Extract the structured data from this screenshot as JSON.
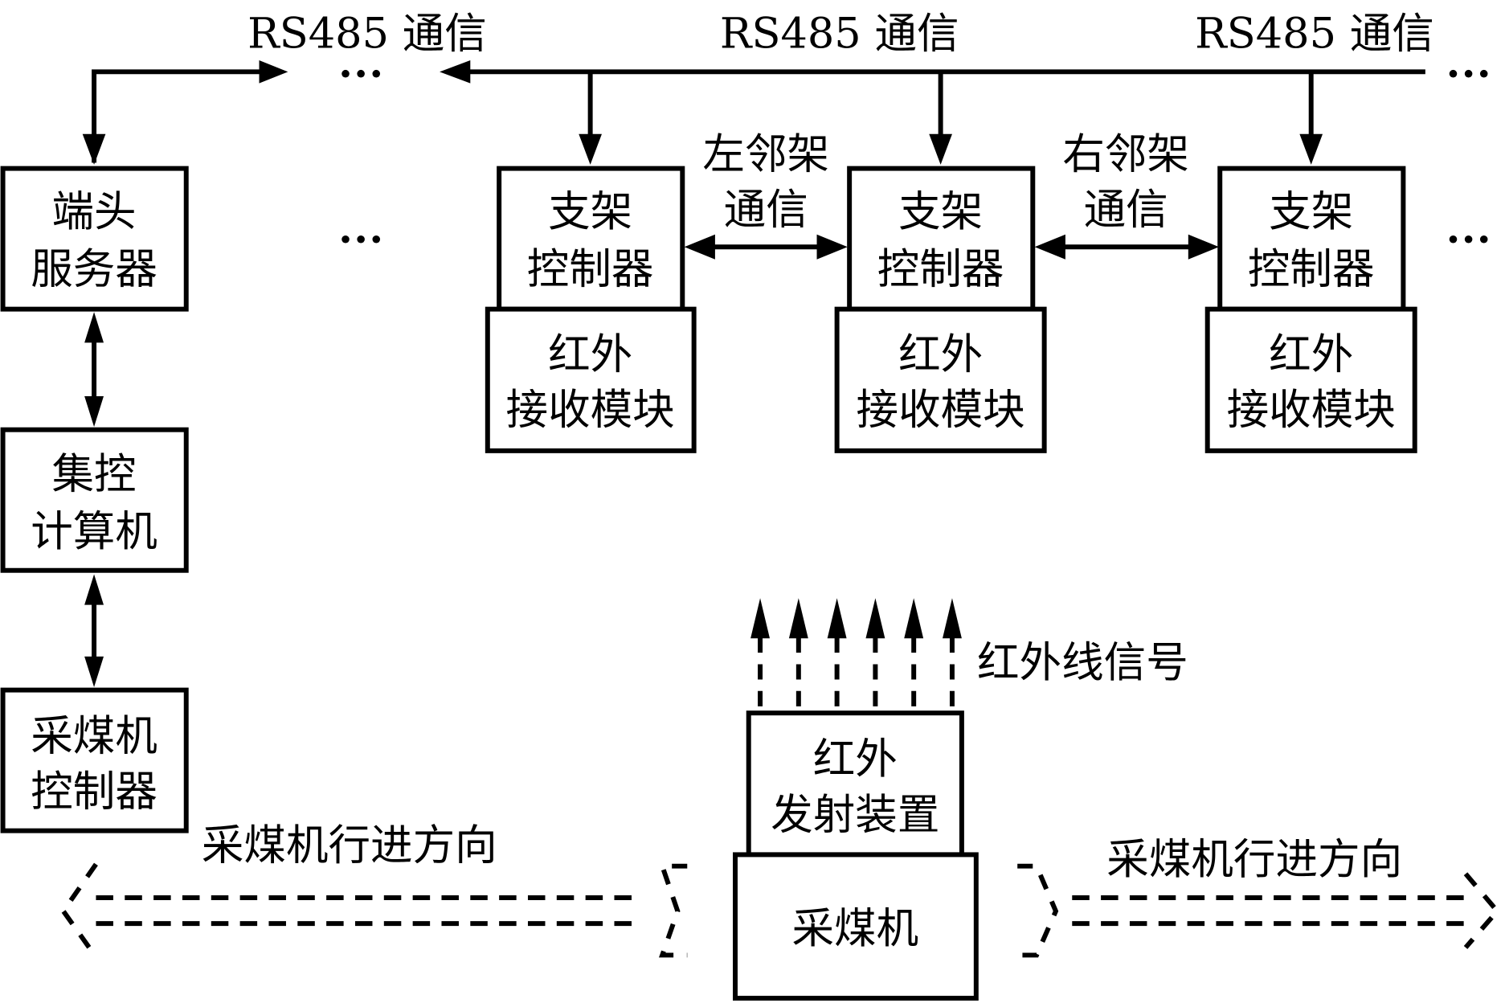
{
  "diagram": {
    "bus_labels": [
      "RS485 通信",
      "RS485 通信",
      "RS485 通信"
    ],
    "ellipsis": "…",
    "left_column": [
      {
        "line1": "端头",
        "line2": "服务器"
      },
      {
        "line1": "集控",
        "line2": "计算机"
      },
      {
        "line1": "采煤机",
        "line2": "控制器"
      }
    ],
    "supports": [
      {
        "controller": {
          "line1": "支架",
          "line2": "控制器"
        },
        "receiver": {
          "line1": "红外",
          "line2": "接收模块"
        }
      },
      {
        "controller": {
          "line1": "支架",
          "line2": "控制器"
        },
        "receiver": {
          "line1": "红外",
          "line2": "接收模块"
        }
      },
      {
        "controller": {
          "line1": "支架",
          "line2": "控制器"
        },
        "receiver": {
          "line1": "红外",
          "line2": "接收模块"
        }
      }
    ],
    "neighbor_links": [
      {
        "line1": "左邻架",
        "line2": "通信"
      },
      {
        "line1": "右邻架",
        "line2": "通信"
      }
    ],
    "ir_signal_label": "红外线信号",
    "emitter": {
      "line1": "红外",
      "line2": "发射装置"
    },
    "shearer": {
      "label": "采煤机"
    },
    "direction_labels": [
      "采煤机行进方向",
      "采煤机行进方向"
    ]
  }
}
